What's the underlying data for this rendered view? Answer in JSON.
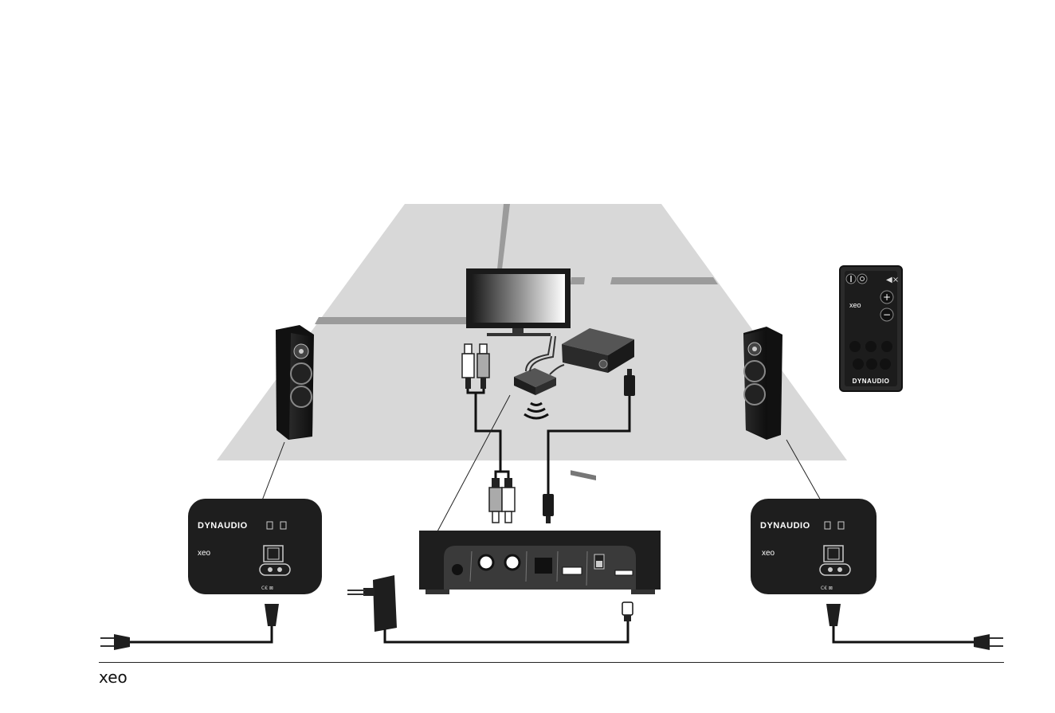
{
  "brand": {
    "remote": "DYNAUDIO",
    "panel": "DYNAUDIO"
  },
  "model": {
    "remote": "xeo",
    "panel": "xeo"
  },
  "footer": {
    "logo": "xeo"
  },
  "remote": {
    "plus": "+",
    "minus": "−"
  },
  "colors": {
    "floor": "#d9d9d9",
    "floorDark": "#9a9a9a",
    "device": "#1e1e1e",
    "panel": "#3a3a3a",
    "cable": "#1a1a1a"
  }
}
